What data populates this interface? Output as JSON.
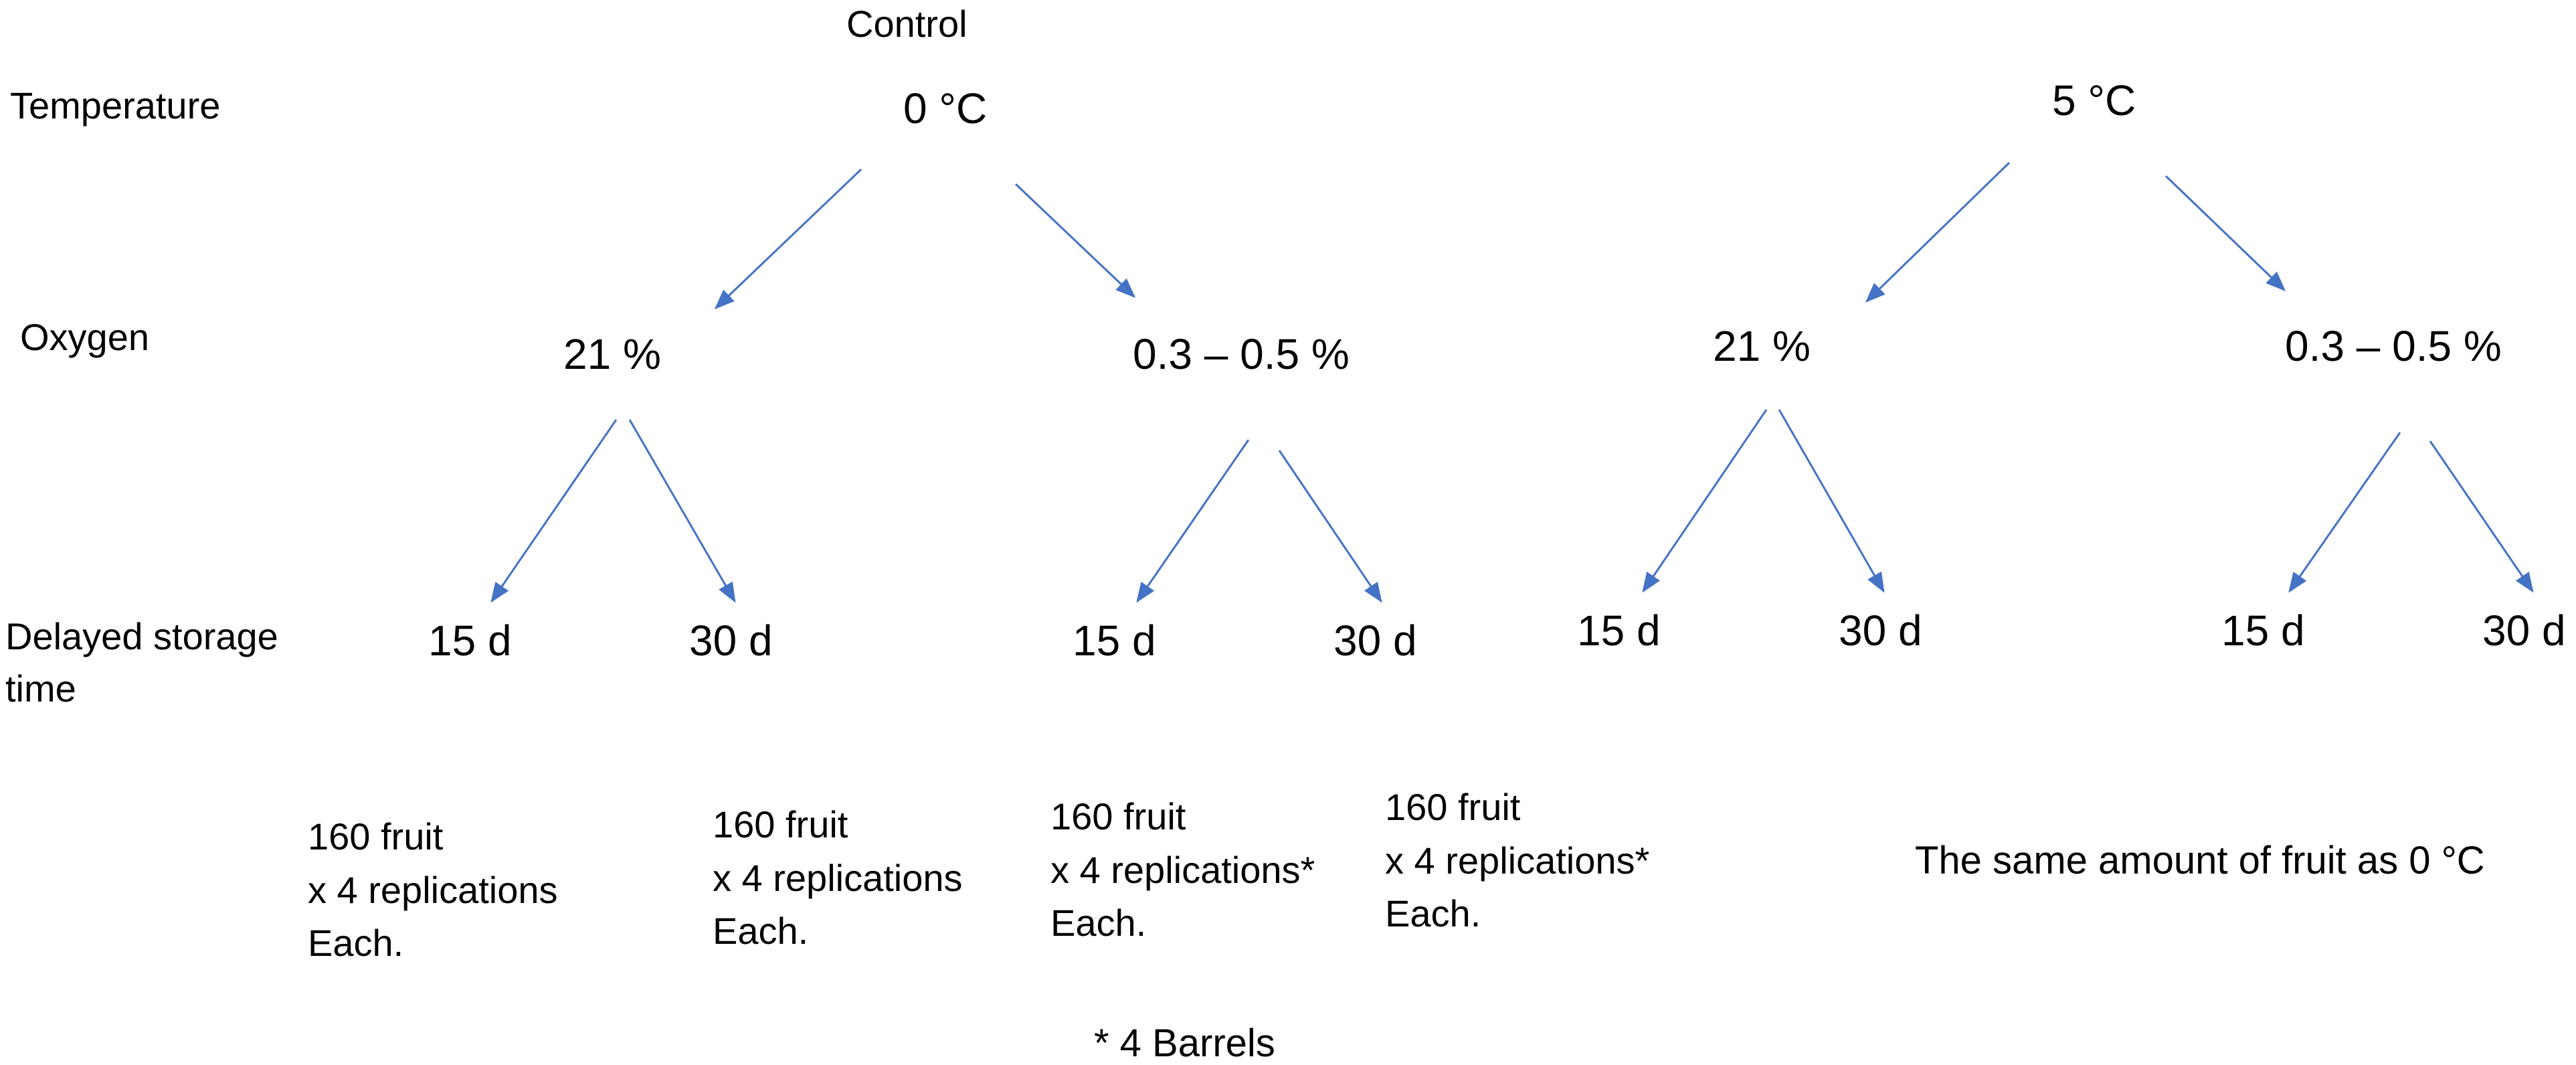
{
  "header": {
    "control_label": "Control"
  },
  "row_labels": {
    "temperature": "Temperature",
    "oxygen": "Oxygen",
    "delayed_storage_line1": "Delayed storage",
    "delayed_storage_line2": "time"
  },
  "temperatures": [
    "0 °C",
    "5 °C"
  ],
  "oxygen_levels": [
    "21 %",
    "0.3 – 0.5 %",
    "21 %",
    "0.3 – 0.5 %"
  ],
  "storage_times": [
    "15 d",
    "30 d",
    "15 d",
    "30 d",
    "15 d",
    "30 d",
    "15 d",
    "30 d"
  ],
  "fruit_notes": [
    {
      "line1": "160 fruit",
      "line2": "x 4 replications",
      "line3": "Each."
    },
    {
      "line1": "160 fruit",
      "line2": "x 4 replications",
      "line3": "Each."
    },
    {
      "line1": "160 fruit",
      "line2": "x 4 replications*",
      "line3": "Each."
    },
    {
      "line1": "160 fruit",
      "line2": "x 4 replications*",
      "line3": "Each."
    }
  ],
  "same_amount_note": "The same amount of fruit as 0 °C",
  "footnote": "* 4 Barrels",
  "colors": {
    "arrow": "#4472C4",
    "text": "#000000"
  }
}
